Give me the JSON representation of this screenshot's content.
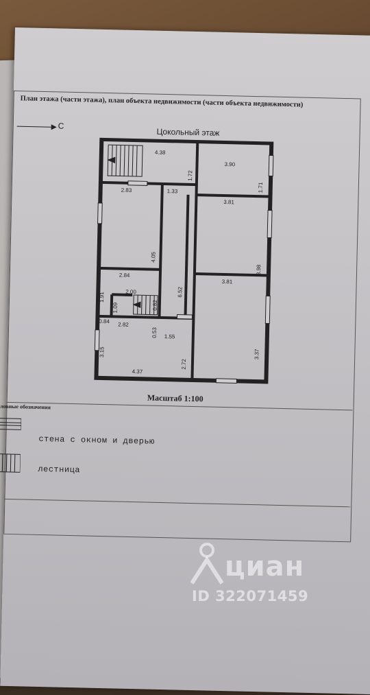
{
  "document": {
    "header": "План этажа (части этажа), план объекта недвижимости (части объекта недвижимости)",
    "north_label": "С",
    "floor_name": "Цокольный этаж",
    "scale": "Масштаб 1:100"
  },
  "dimensions": {
    "d438": "4.38",
    "d390": "3.90",
    "d172": "1.72",
    "d171": "1.71",
    "d283": "2.83",
    "d133": "1.33",
    "d381a": "3.81",
    "d405": "4.05",
    "d398": "3.98",
    "d652": "6.52",
    "d284": "2.84",
    "d381b": "3.81",
    "d191": "1.91",
    "d200": "2.00",
    "d082": "0.82",
    "d109": "1.09",
    "d084": "0.84",
    "d053": "0.53",
    "d282": "2.82",
    "d155": "1.55",
    "d337": "3.37",
    "d315": "3.15",
    "d272": "2.72",
    "d437": "4.37"
  },
  "legend": {
    "title": "Условные обозначения",
    "items": [
      {
        "label": "стена с окном и дверью"
      },
      {
        "label": "лестница"
      }
    ]
  },
  "watermark": {
    "brand": "циан",
    "listing_id": "ID 322071459"
  },
  "colors": {
    "paper": "#c8c6c9",
    "ink": "#222222",
    "table": "#5e432c"
  }
}
